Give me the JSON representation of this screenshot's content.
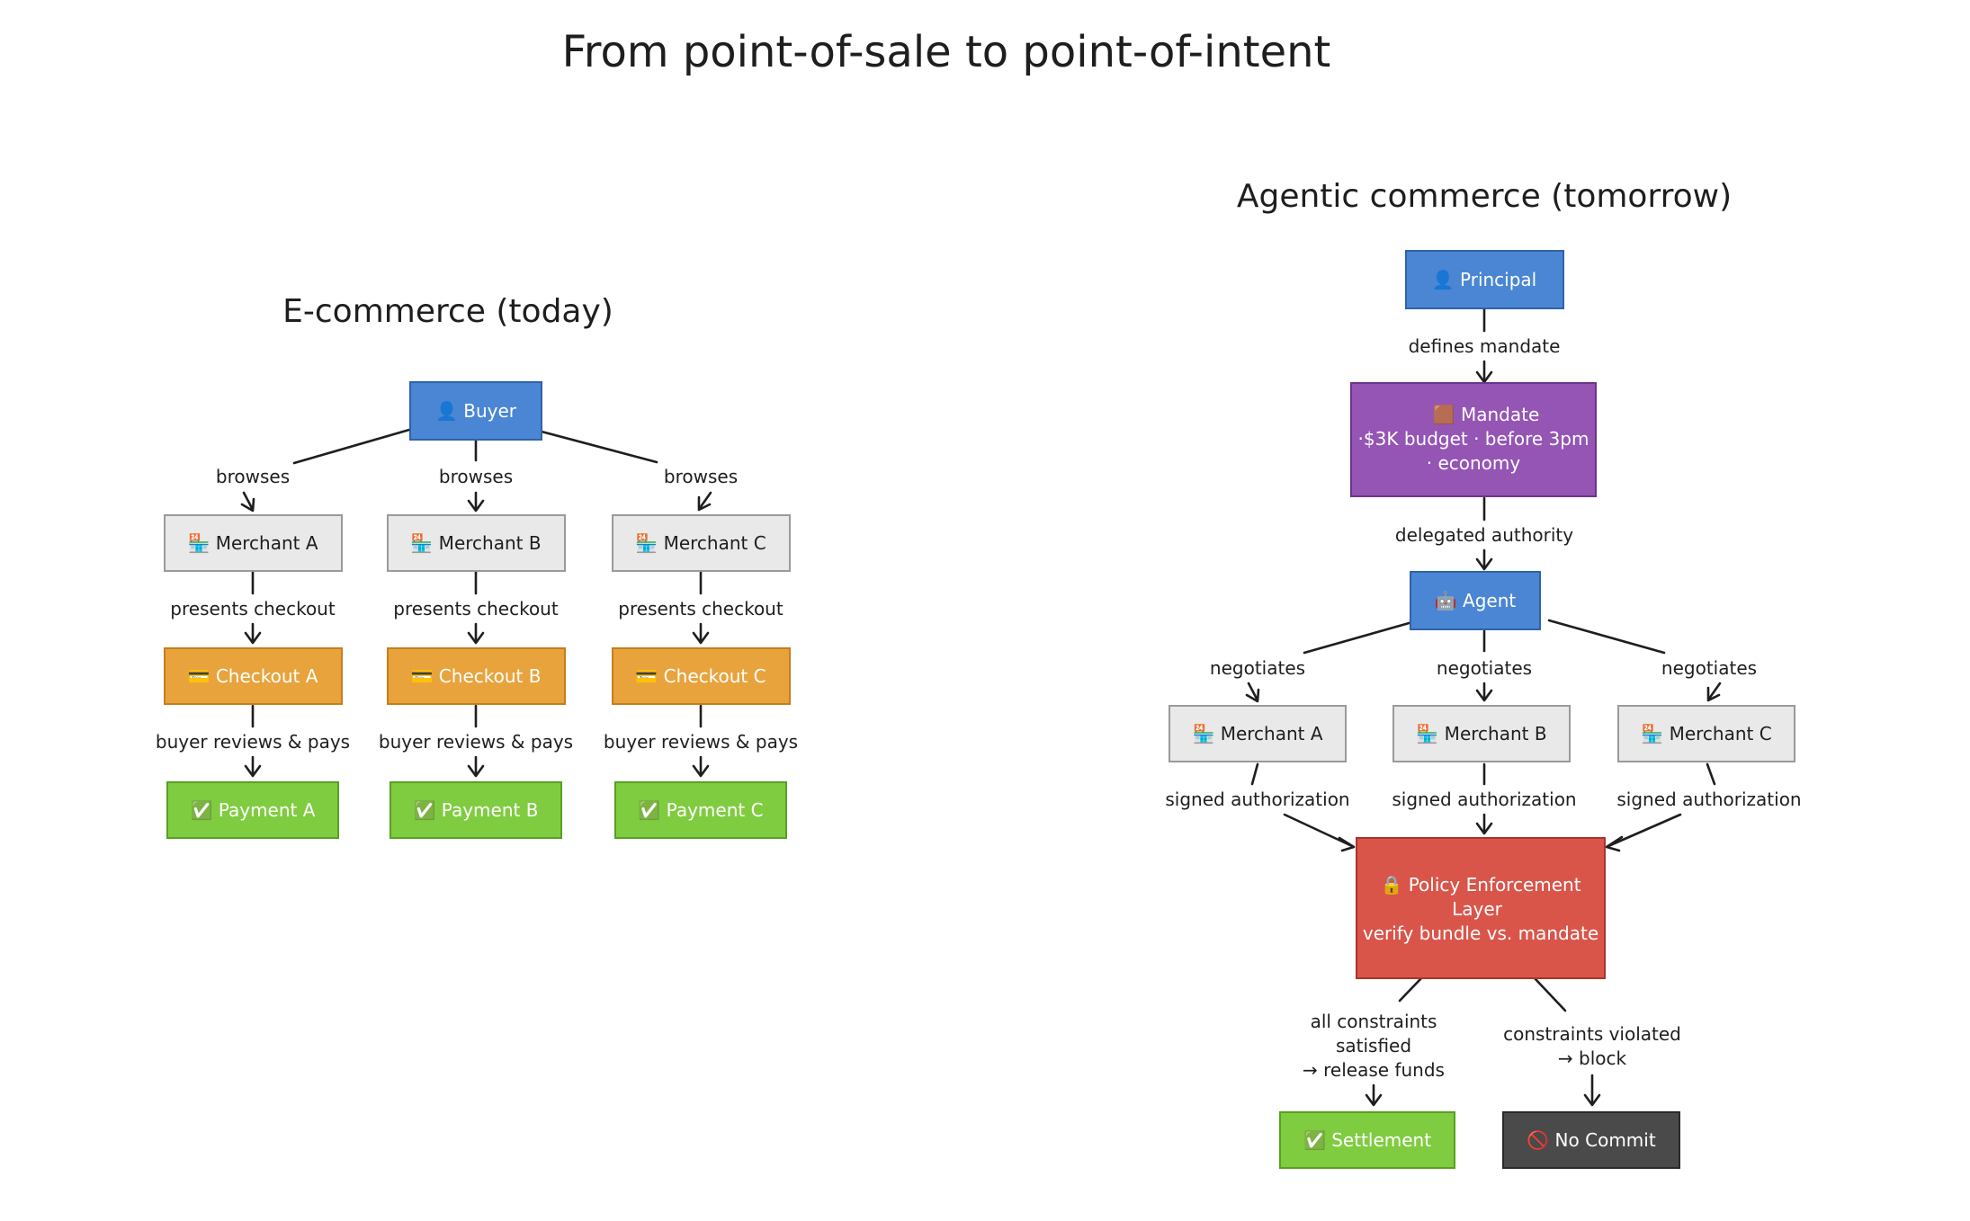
{
  "title": "From point-of-sale to point-of-intent",
  "colors": {
    "blue": "#4a86d4",
    "gray": "#e9e9e9",
    "orange": "#e8a33c",
    "green": "#80cc40",
    "purple": "#9455b5",
    "red": "#d9554a",
    "dark": "#4a4a4a",
    "ink": "#1e1e1e"
  },
  "left": {
    "heading": "E-commerce (today)",
    "buyer": {
      "icon": "person-icon",
      "label": "👤 Buyer"
    },
    "columns": [
      {
        "browse_label": "browses",
        "merchant": "🏪 Merchant A",
        "checkout_label": "presents checkout",
        "checkout": "💳 Checkout A",
        "pay_label": "buyer reviews & pays",
        "payment": "✅ Payment A"
      },
      {
        "browse_label": "browses",
        "merchant": "🏪 Merchant B",
        "checkout_label": "presents checkout",
        "checkout": "💳 Checkout B",
        "pay_label": "buyer reviews & pays",
        "payment": "✅ Payment B"
      },
      {
        "browse_label": "browses",
        "merchant": "🏪 Merchant C",
        "checkout_label": "presents checkout",
        "checkout": "💳 Checkout C",
        "pay_label": "buyer reviews & pays",
        "payment": "✅ Payment C"
      }
    ]
  },
  "right": {
    "heading": "Agentic commerce (tomorrow)",
    "principal": "👤 Principal",
    "mandate_edge": "defines mandate",
    "mandate": [
      "🟫 Mandate",
      "·$3K budget · before 3pm",
      "· economy"
    ],
    "authority_edge": "delegated authority",
    "agent": "🤖 Agent",
    "merchants": [
      {
        "negotiate_label": "negotiates",
        "name": "🏪 Merchant A",
        "auth_label": "signed authorization"
      },
      {
        "negotiate_label": "negotiates",
        "name": "🏪 Merchant B",
        "auth_label": "signed authorization"
      },
      {
        "negotiate_label": "negotiates",
        "name": "🏪 Merchant C",
        "auth_label": "signed authorization"
      }
    ],
    "policy": [
      "🔒 Policy Enforcement",
      "Layer",
      "verify bundle vs. mandate"
    ],
    "satisfied_label": [
      "all constraints",
      "satisfied",
      "→ release funds"
    ],
    "violated_label": [
      "constraints violated",
      "→ block"
    ],
    "settlement": "✅ Settlement",
    "no_commit": "🚫 No Commit"
  }
}
